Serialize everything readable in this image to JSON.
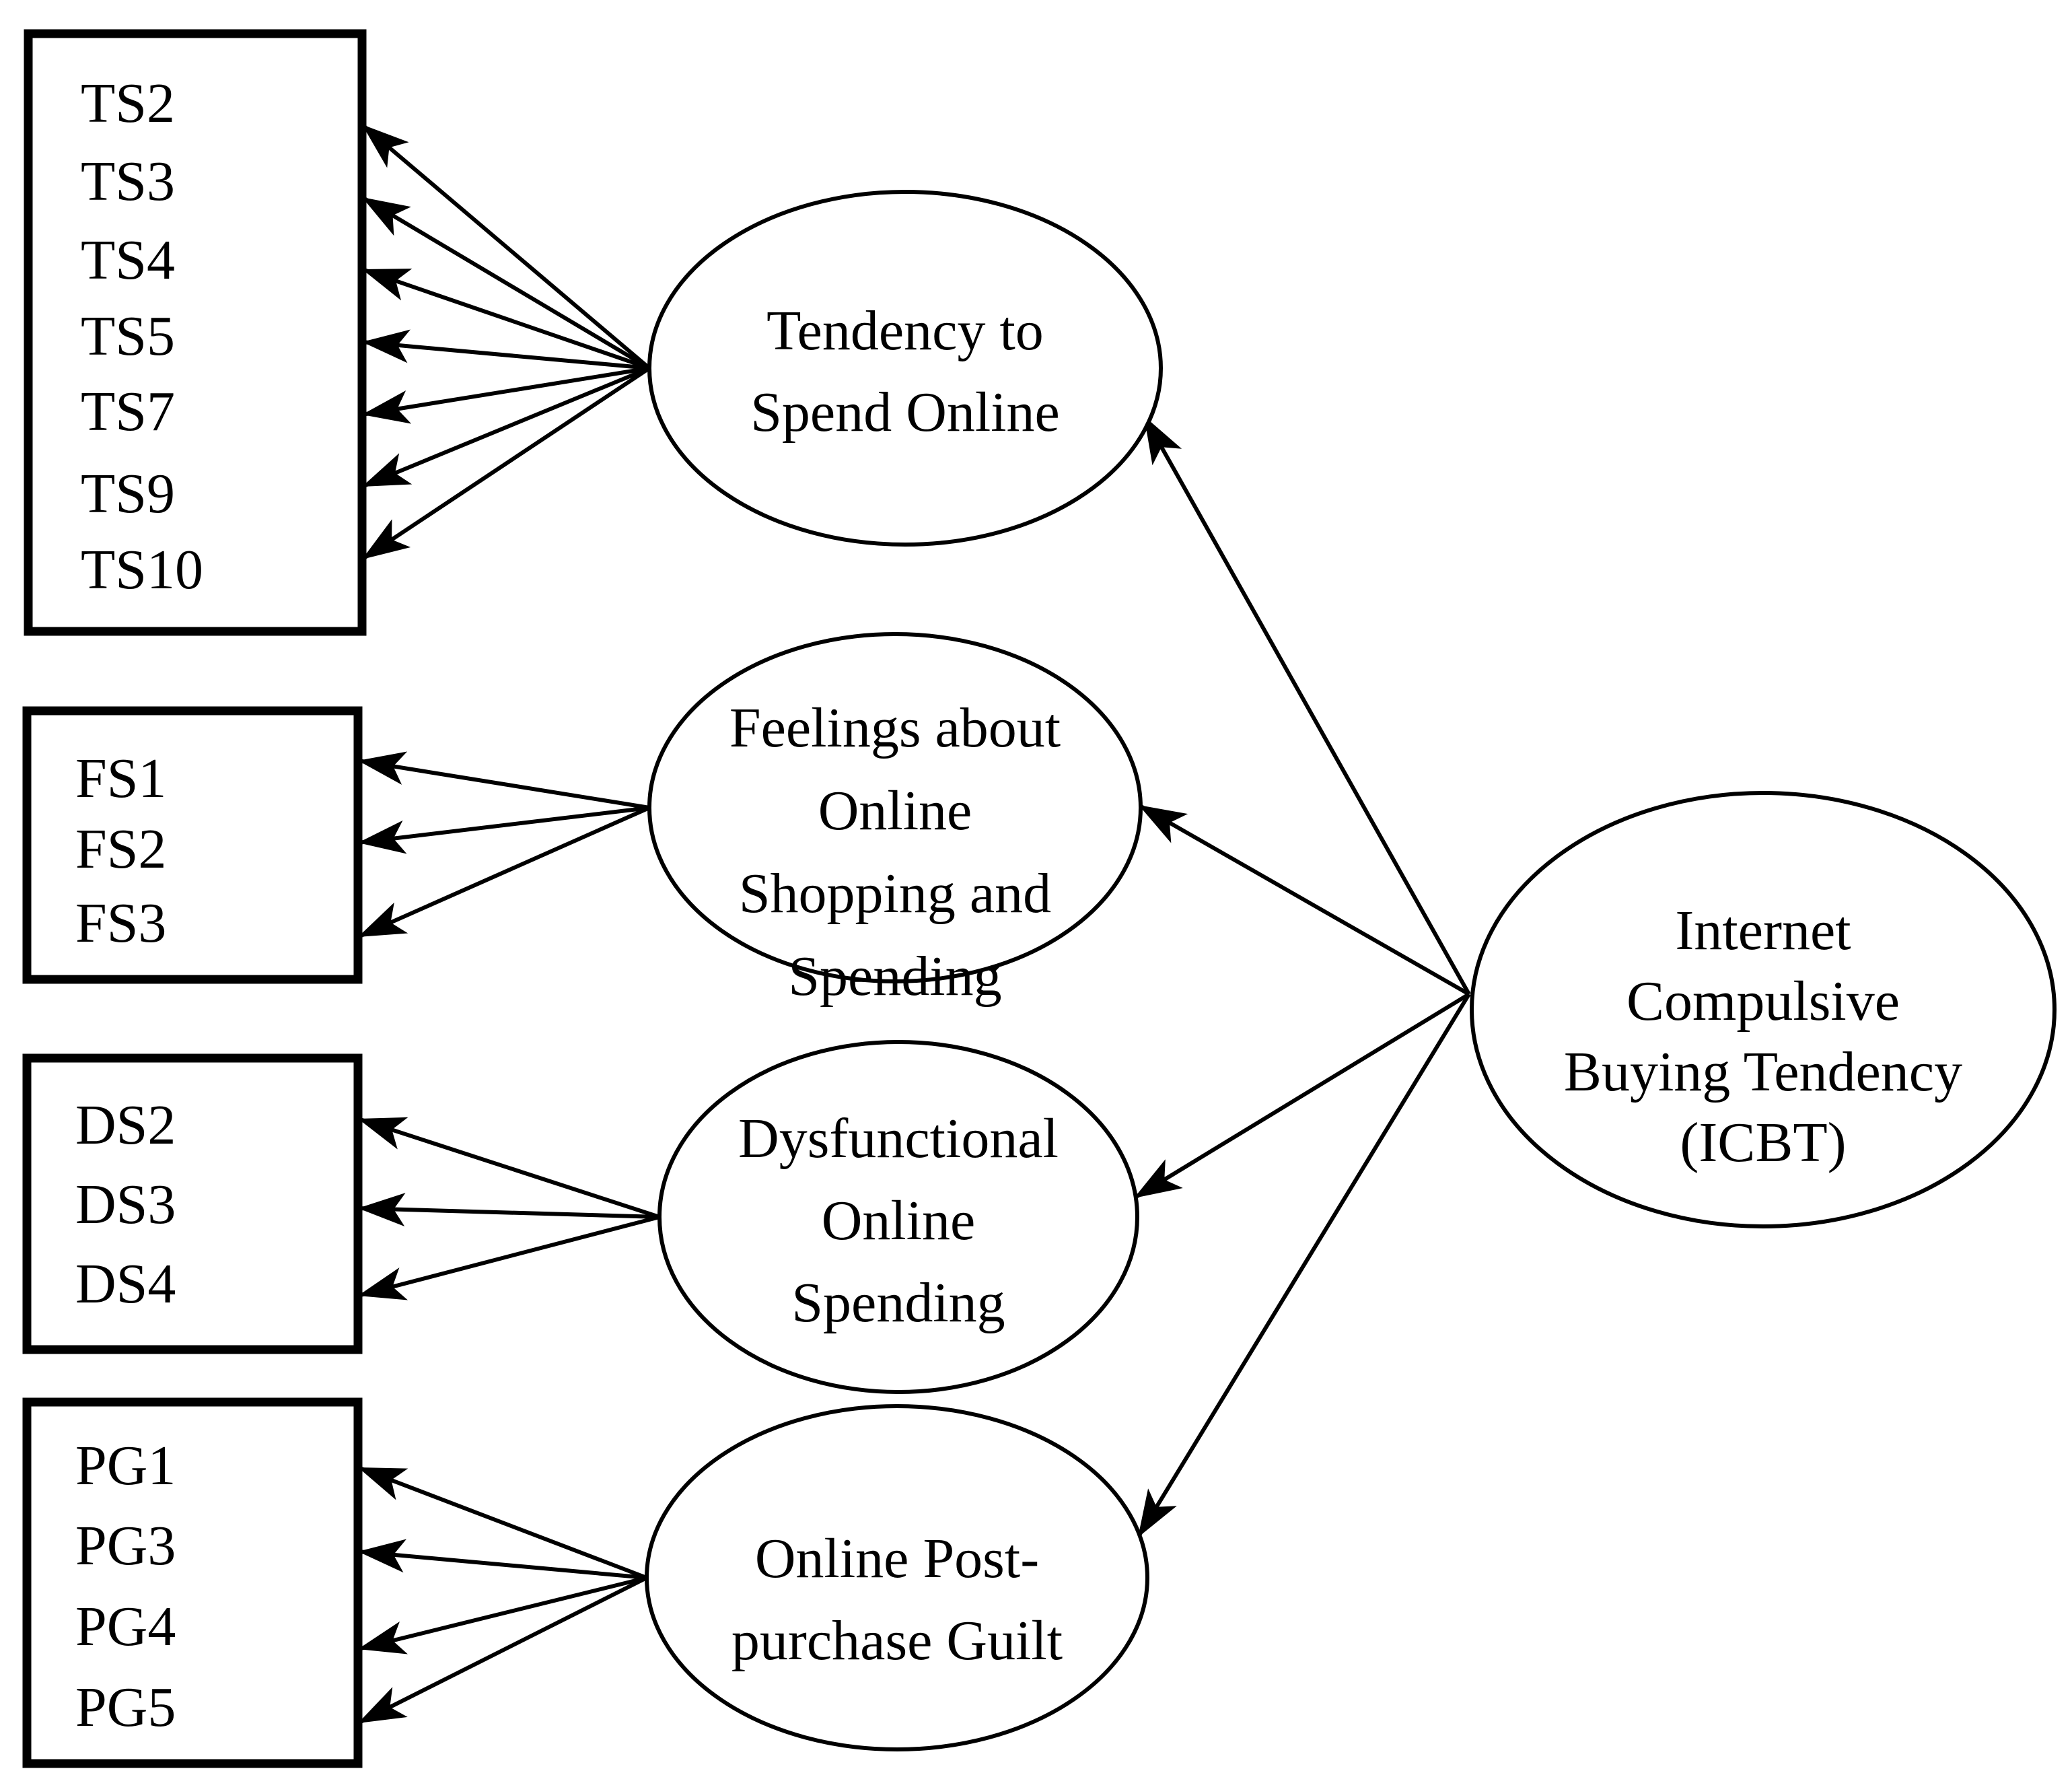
{
  "diagram": {
    "boxes": [
      {
        "name": "ts",
        "items": [
          "TS2",
          "TS3",
          "TS4",
          "TS5",
          "TS7",
          "TS9",
          "TS10"
        ]
      },
      {
        "name": "fs",
        "items": [
          "FS1",
          "FS2",
          "FS3"
        ]
      },
      {
        "name": "ds",
        "items": [
          "DS2",
          "DS3",
          "DS4"
        ]
      },
      {
        "name": "pg",
        "items": [
          "PG1",
          "PG3",
          "PG4",
          "PG5"
        ]
      }
    ],
    "factors": [
      {
        "name": "tendency-to-spend-online",
        "lines": [
          "Tendency to",
          "Spend Online"
        ]
      },
      {
        "name": "feelings-about-online-shopping-and-spending",
        "lines": [
          "Feelings about",
          "Online",
          "Shopping and",
          "Spending"
        ]
      },
      {
        "name": "dysfunctional-online-spending",
        "lines": [
          "Dysfunctional",
          "Online",
          "Spending"
        ]
      },
      {
        "name": "online-post-purchase-guilt",
        "lines": [
          "Online Post-",
          "purchase Guilt"
        ]
      }
    ],
    "latent": {
      "name": "icbt",
      "lines": [
        "Internet",
        "Compulsive",
        "Buying Tendency",
        "(ICBT)"
      ]
    },
    "colors": {
      "ink": "#000000",
      "background": "#ffffff"
    }
  }
}
